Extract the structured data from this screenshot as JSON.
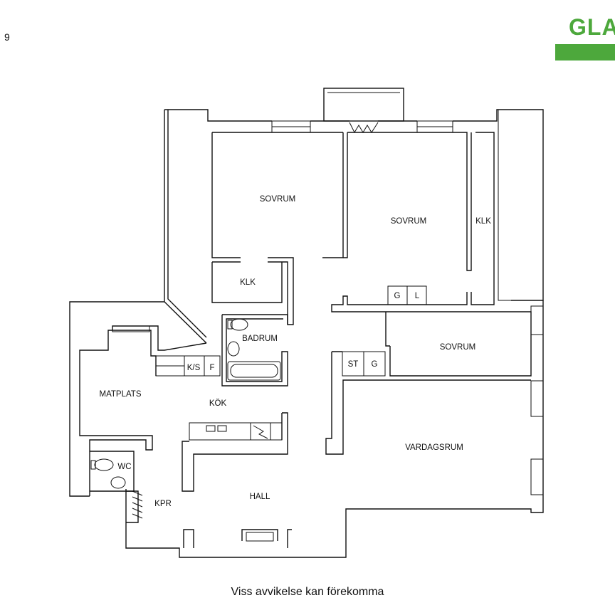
{
  "page_number": "9",
  "brand": {
    "name": "GLA",
    "color": "#4da83c"
  },
  "rooms": {
    "sovrum_1": "SOVRUM",
    "sovrum_2": "SOVRUM",
    "sovrum_3": "SOVRUM",
    "klk_1": "KLK",
    "klk_2": "KLK",
    "badrum": "BADRUM",
    "matplats": "MATPLATS",
    "kok": "KÖK",
    "wc": "WC",
    "kpr": "KPR",
    "hall": "HALL",
    "vardagsrum": "VARDAGSRUM"
  },
  "fixtures": {
    "g_1": "G",
    "l": "L",
    "ks": "K/S",
    "f": "F",
    "st": "ST",
    "g_2": "G"
  },
  "disclaimer": "Viss avvikelse kan förekomma"
}
